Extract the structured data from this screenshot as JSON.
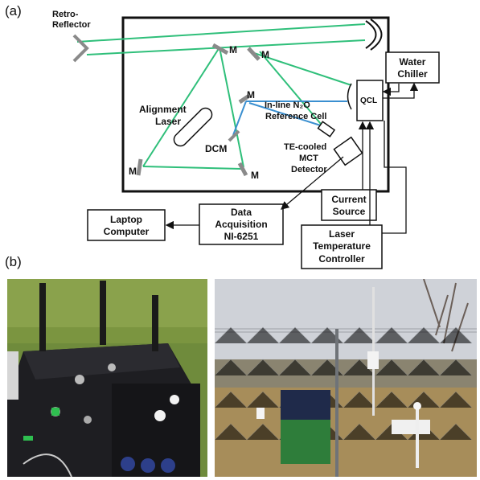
{
  "panels": {
    "a": "(a)",
    "b": "(b)"
  },
  "labels": {
    "retro_reflector_1": "Retro-",
    "retro_reflector_2": "Reflector",
    "mirror": "M",
    "alignment_1": "Alignment",
    "alignment_2": "Laser",
    "dcm": "DCM",
    "inline_1": "In-line N₂O",
    "inline_2": "Reference Cell",
    "te_1": "TE-cooled",
    "te_2": "MCT",
    "te_3": "Detector",
    "qcl": "QCL",
    "water_1": "Water",
    "water_2": "Chiller",
    "current_1": "Current",
    "current_2": "Source",
    "daq_1": "Data",
    "daq_2": "Acquisition",
    "daq_3": "NI-6251",
    "laptop_1": "Laptop",
    "laptop_2": "Computer",
    "ltc_1": "Laser",
    "ltc_2": "Temperature",
    "ltc_3": "Controller"
  },
  "colors": {
    "beam_green": "#2fbf7a",
    "beam_blue": "#3a8fd0",
    "mirror_gray": "#8a8a8a",
    "line": "#111111"
  },
  "photos": {
    "left": {
      "description_icon": "optical-bench-photo"
    },
    "right": {
      "description_icon": "field-site-photo"
    }
  }
}
